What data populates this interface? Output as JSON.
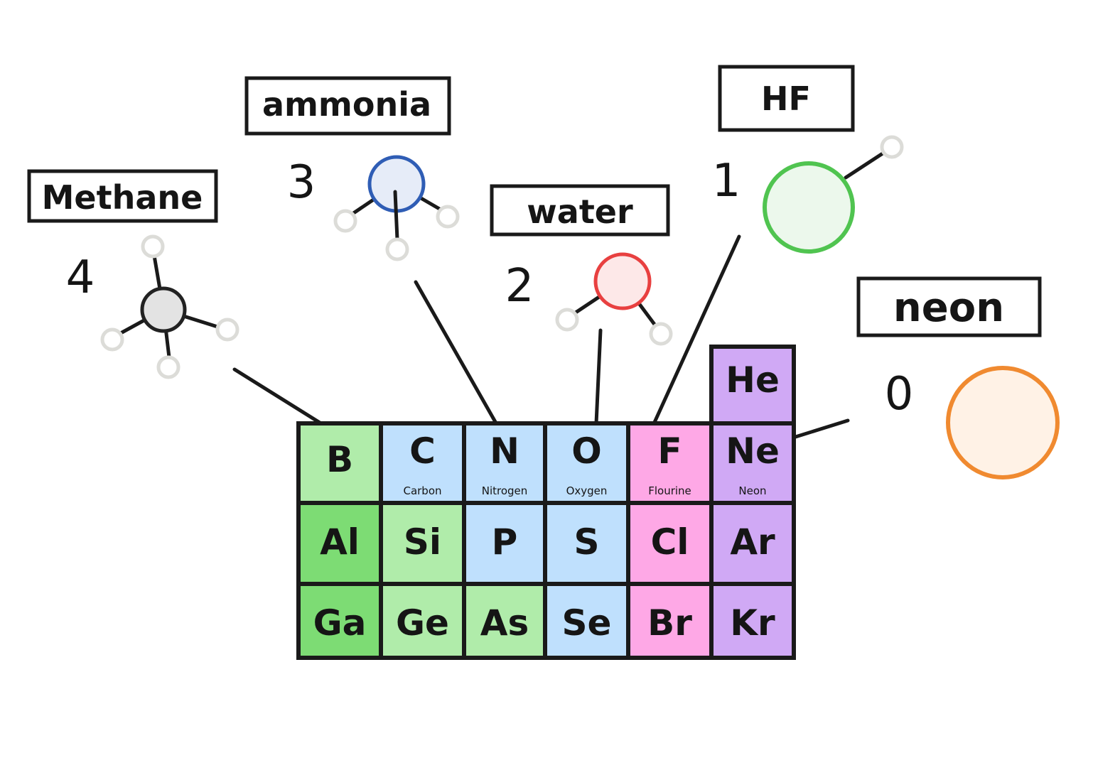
{
  "molecules": {
    "methane": {
      "label": "Methane",
      "count": "4",
      "color": "#e3e3e3"
    },
    "ammonia": {
      "label": "ammonia",
      "count": "3",
      "color": "#2f5db5"
    },
    "water": {
      "label": "water",
      "count": "2",
      "color": "#e84040"
    },
    "hf": {
      "label": "HF",
      "count": "1",
      "color": "#50c450"
    },
    "neon": {
      "label": "neon",
      "count": "0",
      "color": "#f08a30"
    }
  },
  "table": {
    "he": {
      "symbol": "He"
    },
    "rows": [
      [
        {
          "symbol": "B",
          "name": ""
        },
        {
          "symbol": "C",
          "name": "Carbon"
        },
        {
          "symbol": "N",
          "name": "Nitrogen"
        },
        {
          "symbol": "O",
          "name": "Oxygen"
        },
        {
          "symbol": "F",
          "name": "Flourine"
        },
        {
          "symbol": "Ne",
          "name": "Neon"
        }
      ],
      [
        {
          "symbol": "Al"
        },
        {
          "symbol": "Si"
        },
        {
          "symbol": "P"
        },
        {
          "symbol": "S"
        },
        {
          "symbol": "Cl"
        },
        {
          "symbol": "Ar"
        }
      ],
      [
        {
          "symbol": "Ga"
        },
        {
          "symbol": "Ge"
        },
        {
          "symbol": "As"
        },
        {
          "symbol": "Se"
        },
        {
          "symbol": "Br"
        },
        {
          "symbol": "Kr"
        }
      ]
    ]
  }
}
